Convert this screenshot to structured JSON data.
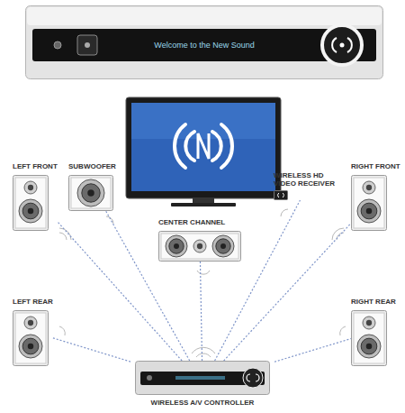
{
  "diagram": {
    "nodes": [
      {
        "text": [
          "Welcome to the New Sound"
        ]
      },
      {
        "text": [
          "LEFT FRONT"
        ]
      },
      {
        "text": [
          "SUBWOOFER"
        ]
      },
      {
        "text": [
          "WIRELESS HD VIDEO RECEIVER"
        ]
      },
      {
        "text": [
          "RIGHT FRONT"
        ]
      },
      {
        "text": [
          "CENTER CHANNEL"
        ]
      },
      {
        "text": [
          "LEFT REAR"
        ]
      },
      {
        "text": [
          "RIGHT REAR"
        ]
      },
      {
        "text": [
          "WIRELESS A/V CONTROLLER"
        ]
      }
    ],
    "edges": [
      {
        "from": 8,
        "to": 1,
        "arrow": "none"
      },
      {
        "from": 8,
        "to": 2,
        "arrow": "none"
      },
      {
        "from": 8,
        "to": 3,
        "arrow": "none"
      },
      {
        "from": 8,
        "to": 4,
        "arrow": "none"
      },
      {
        "from": 8,
        "to": 5,
        "arrow": "none"
      },
      {
        "from": 8,
        "to": 6,
        "arrow": "none"
      },
      {
        "from": 8,
        "to": 7,
        "arrow": "none"
      }
    ]
  }
}
